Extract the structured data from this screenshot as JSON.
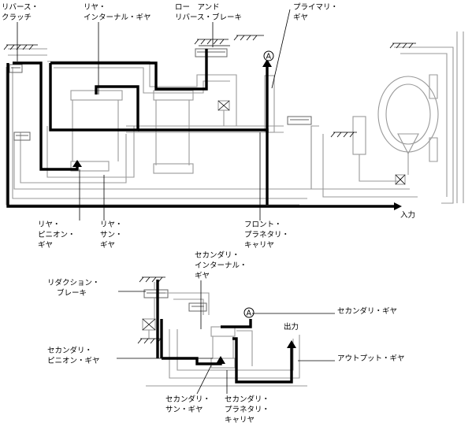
{
  "diagram": {
    "marker": "A"
  },
  "labels": {
    "reverse_clutch": [
      "リバース・",
      "クラッチ"
    ],
    "rear_internal_gear": [
      "リヤ・",
      "インターナル・ギヤ"
    ],
    "low_reverse_brake": [
      "ロー　アンド",
      "リバース・ブレーキ"
    ],
    "primary_gear": [
      "プライマリ・",
      "ギヤ"
    ],
    "rear_pinion_gear": [
      "リヤ・",
      "ピニオン・",
      "ギヤ"
    ],
    "rear_sun_gear": [
      "リヤ・",
      "サン・",
      "ギヤ"
    ],
    "front_planetary_carrier": [
      "フロント・",
      "プラネタリ・",
      "キャリヤ"
    ],
    "input": "入力",
    "secondary_internal_gear": [
      "セカンダリ・",
      "インターナル・",
      "ギヤ"
    ],
    "reduction_brake": [
      "リダクション・",
      "ブレーキ"
    ],
    "secondary_gear": "セカンダリ・ギヤ",
    "output": "出力",
    "output_gear": "アウトプット・ギヤ",
    "secondary_pinion_gear": [
      "セカンダリ・",
      "ピニオン・ギヤ"
    ],
    "secondary_sun_gear": [
      "セカンダリ・",
      "サン・ギヤ"
    ],
    "secondary_planetary_carrier": [
      "セカンダリ・",
      "プラネタリ・",
      "キャリヤ"
    ]
  }
}
